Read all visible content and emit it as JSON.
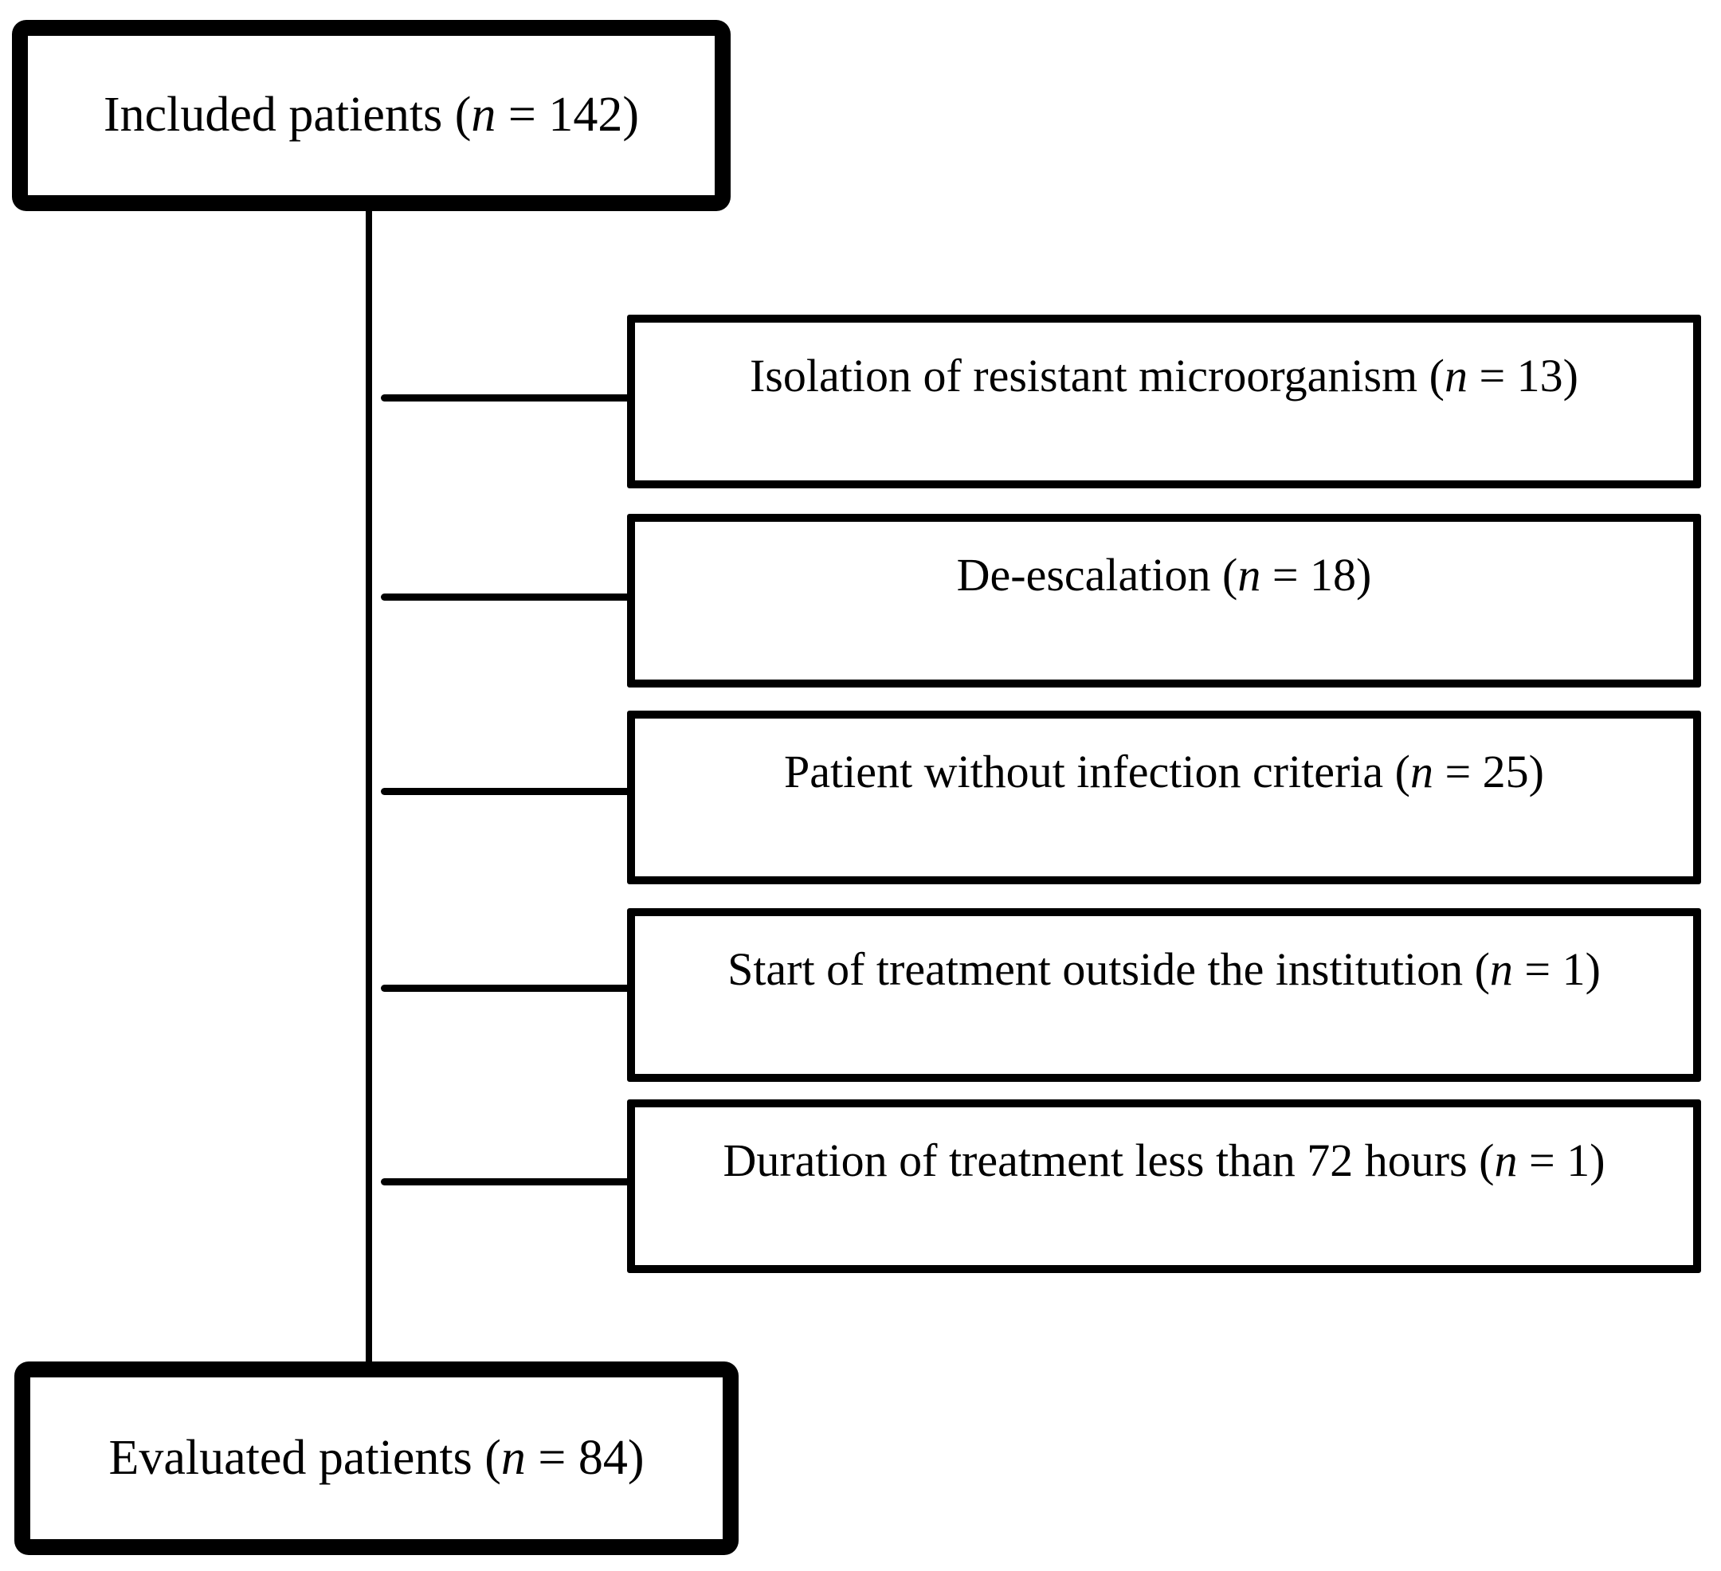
{
  "diagram": {
    "type": "flowchart",
    "colors": {
      "line": "#000000",
      "box_border": "#000000",
      "box_fill": "#ffffff",
      "background": "#ffffff",
      "text": "#000000"
    },
    "included": {
      "pre": "Included patients (",
      "n": "n",
      "post": " = 142)"
    },
    "exclusions": [
      {
        "pre": "Isolation of resistant microorganism (",
        "n": "n",
        "post": " = 13)"
      },
      {
        "pre": "De-escalation (",
        "n": "n",
        "post": " = 18)"
      },
      {
        "pre": "Patient without infection criteria (",
        "n": "n",
        "post": " = 25)"
      },
      {
        "pre": "Start of treatment outside the institution (",
        "n": "n",
        "post": " = 1)"
      },
      {
        "pre": "Duration of treatment less than 72 hours (",
        "n": "n",
        "post": " = 1)"
      }
    ],
    "evaluated": {
      "pre": "Evaluated patients (",
      "n": "n",
      "post": " = 84)"
    }
  }
}
